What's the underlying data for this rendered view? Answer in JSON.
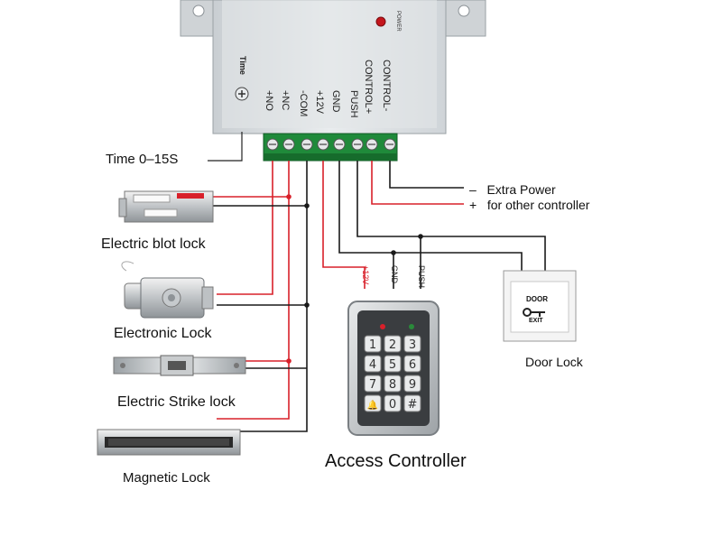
{
  "controller": {
    "power_led_label": "POWER",
    "time_label": "Time",
    "terminals": [
      "+NO",
      "+NC",
      "-COM",
      "+12V",
      "GND",
      "PUSH",
      "CONTROL+",
      "CONTROL-"
    ]
  },
  "time_setting": "Time   0–15S",
  "extra_power": {
    "minus": "–",
    "minus_label": "Extra Power",
    "plus": "+",
    "plus_label": "for other controller"
  },
  "locks": [
    {
      "label": "Electric blot lock"
    },
    {
      "label": "Electronic Lock"
    },
    {
      "label": "Electric Strike lock"
    },
    {
      "label": "Magnetic Lock"
    }
  ],
  "access_controller": {
    "label": "Access Controller",
    "pins": [
      "+12V",
      "GND",
      "PUSH"
    ],
    "keys": [
      "1",
      "2",
      "3",
      "4",
      "5",
      "6",
      "7",
      "8",
      "9",
      "🔔",
      "0",
      "#"
    ]
  },
  "door_button": {
    "label": "Door Lock",
    "line1": "DOOR",
    "line2": "EXIT"
  },
  "colors": {
    "red_wire": "#d8202a",
    "black_wire": "#1a1a1a",
    "terminal_green": "#1f8a3a",
    "controller_body": "#dfe3e6"
  }
}
